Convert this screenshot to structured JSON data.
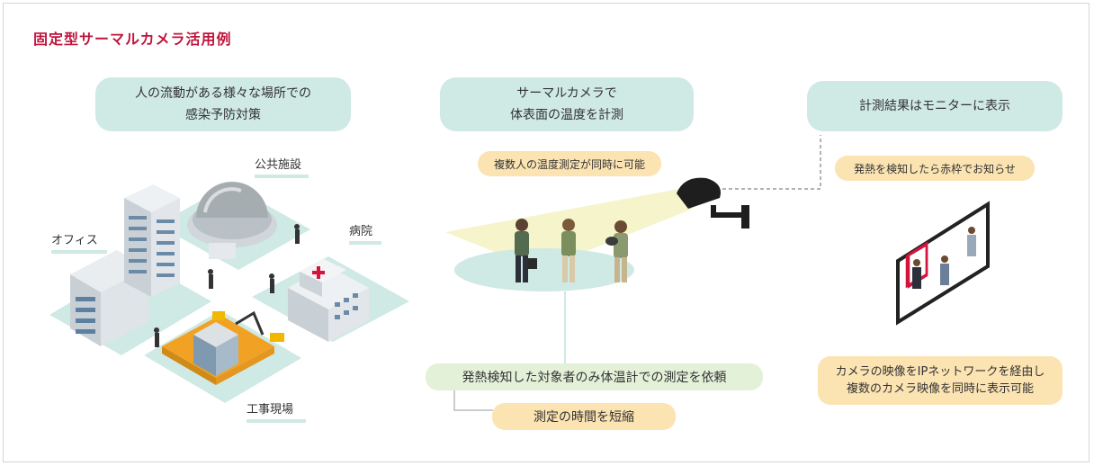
{
  "title": "固定型サーマルカメラ活用例",
  "section1": {
    "heading_line1": "人の流動がある様々な場所での",
    "heading_line2": "感染予防対策",
    "places": {
      "office": "オフィス",
      "public": "公共施設",
      "hospital": "病院",
      "construction": "工事現場"
    }
  },
  "section2": {
    "heading_line1": "サーマルカメラで",
    "heading_line2": "体表面の温度を計測",
    "note": "複数人の温度測定が同時に可能",
    "result": "発熱検知した対象者のみ体温計での測定を依頼",
    "benefit": "測定の時間を短縮"
  },
  "section3": {
    "heading": "計測結果はモニターに表示",
    "note": "発熱を検知したら赤枠でお知らせ",
    "network_line1": "カメラの映像をIPネットワークを経由し",
    "network_line2": "複数のカメラ映像を同時に表示可能"
  },
  "colors": {
    "title": "#c0143c",
    "mint": "#cfe9e4",
    "peach": "#fbe3b2",
    "green": "#e4f1d9",
    "alert": "#d4143c"
  }
}
